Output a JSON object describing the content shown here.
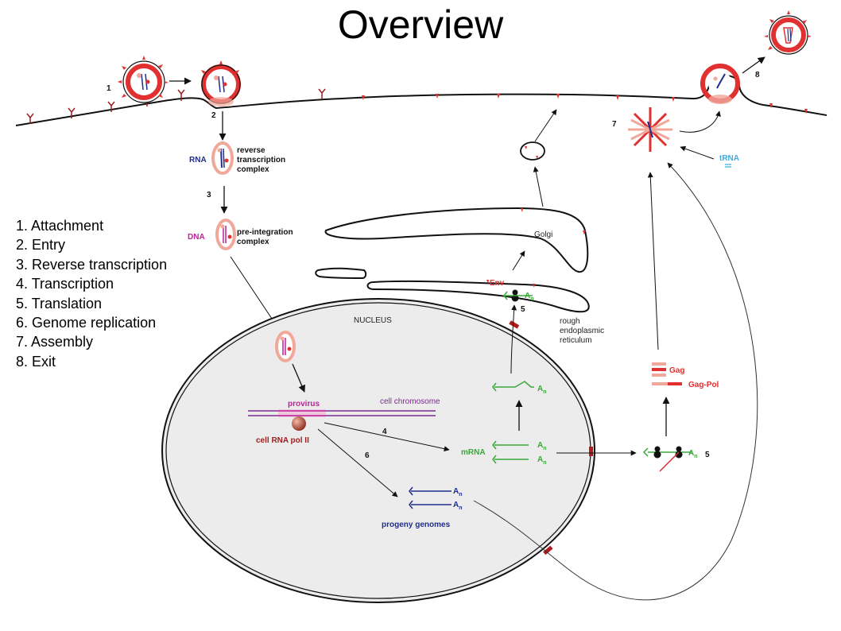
{
  "title": "Overview",
  "steps": [
    "1. Attachment",
    "2. Entry",
    "3. Reverse transcription",
    "4. Transcription",
    "5. Translation",
    "6. Genome  replication",
    "7. Assembly",
    "8. Exit"
  ],
  "labels": {
    "step1": "1",
    "step2": "2",
    "step3": "3",
    "step4": "4",
    "step5a": "5",
    "step5b": "5",
    "step6": "6",
    "step7": "7",
    "step8": "8",
    "rna": "RNA",
    "rtc1": "reverse",
    "rtc2": "transcription",
    "rtc3": "complex",
    "dna": "DNA",
    "pic1": "pre-integration",
    "pic2": "complex",
    "nucleus": "NUCLEUS",
    "provirus": "provirus",
    "cell_chromosome": "cell chromosome",
    "cell_rna_pol": "cell RNA pol II",
    "mrna": "mRNA",
    "progeny": "progeny genomes",
    "golgi": "Golgi",
    "env": "Env",
    "rer1": "rough",
    "rer2": "endoplasmic",
    "rer3": "reticulum",
    "gag": "Gag",
    "gagpol": "Gag-Pol",
    "trna": "tRNA",
    "polya": "A",
    "polya_sub": "n"
  },
  "colors": {
    "virus_red": "#e03030",
    "pink": "#f0a89a",
    "rna_blue": "#1e2e8c",
    "dna_magenta": "#c0209a",
    "green": "#3aa83a",
    "purple": "#7a2c8c",
    "trna_cyan": "#3aaee0",
    "nucleus_fill": "#ececec"
  }
}
